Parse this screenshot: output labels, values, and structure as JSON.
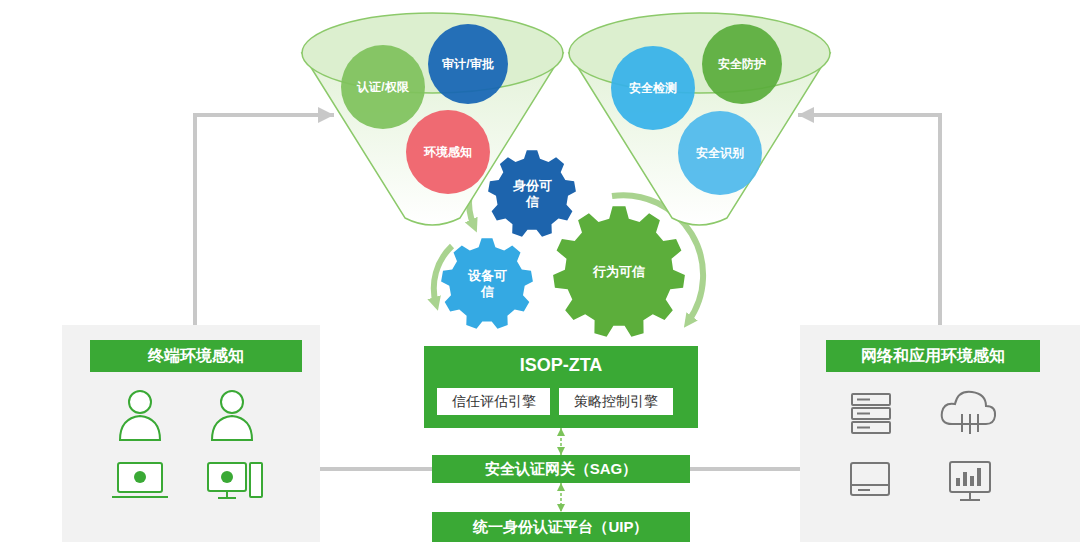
{
  "diagram": {
    "nodes": [
      {
        "text": []
      },
      {
        "text": [
          "认证/权限"
        ],
        "in": 0
      },
      {
        "text": [
          "审计/审批"
        ],
        "in": 0
      },
      {
        "text": [
          "环境感知"
        ],
        "in": 0
      },
      {
        "text": []
      },
      {
        "text": [
          "安全检测"
        ],
        "in": 4
      },
      {
        "text": [
          "安全防护"
        ],
        "in": 4
      },
      {
        "text": [
          "安全识别"
        ],
        "in": 4
      },
      {
        "text": [
          "身份可 信"
        ]
      },
      {
        "text": [
          "设备可 信"
        ]
      },
      {
        "text": [
          "行为可信"
        ]
      },
      {
        "text": [
          "终端环境感知"
        ]
      },
      {
        "text": [
          "ISOP-ZTA"
        ]
      },
      {
        "text": [
          "信任评估引擎"
        ],
        "in": 12
      },
      {
        "text": [
          "策略控制引擎"
        ],
        "in": 12
      },
      {
        "text": [
          "网络和应用环境感知"
        ]
      },
      {
        "text": [
          "安全认证网关（SAG）"
        ]
      },
      {
        "text": [
          "统一身份认证平台（UIP）"
        ]
      }
    ],
    "edges": [
      {
        "from": 11,
        "to": 0,
        "arrow": "to"
      },
      {
        "from": 15,
        "to": 4,
        "arrow": "to"
      },
      {
        "from": 11,
        "to": 16,
        "arrow": "none"
      },
      {
        "from": 15,
        "to": 16,
        "arrow": "none"
      },
      {
        "from": 12,
        "to": 16,
        "arrow": "both"
      },
      {
        "from": 16,
        "to": 17,
        "arrow": "both"
      }
    ]
  }
}
